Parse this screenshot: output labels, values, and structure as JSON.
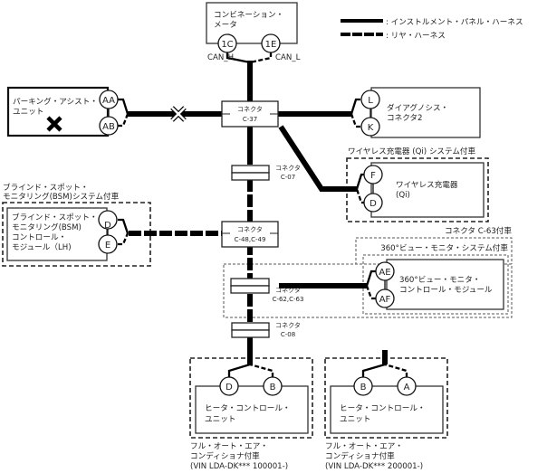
{
  "legend": {
    "ip_harness": ": インストルメント・パネル・ハーネス",
    "rear_harness": ": リヤ・ハーネス"
  },
  "components": {
    "combination_meter": {
      "label_lines": [
        "コンビネーション・",
        "メータ"
      ],
      "pins": [
        "1C",
        "1E"
      ],
      "signals": [
        "CAN_H",
        "CAN_L"
      ]
    },
    "parking_assist": {
      "label_lines": [
        "パーキング・アシスト・",
        "ユニット"
      ],
      "pins": [
        "AA",
        "AB"
      ],
      "status_icon": "cross-mark"
    },
    "diagnosis_connector": {
      "label_lines": [
        "ダイアグノシス・",
        "コネクタ2"
      ],
      "pins": [
        "L",
        "K"
      ]
    },
    "wireless_charger": {
      "group_label": "ワイヤレス充電器 (Qi) システム付車",
      "label_lines": [
        "ワイヤレス充電器",
        "(Qi)"
      ],
      "pins": [
        "F",
        "D"
      ]
    },
    "bsm": {
      "group_label_lines": [
        "ブラインド・スポット・",
        "モニタリング(BSM)システム付車"
      ],
      "label_lines": [
        "ブラインド・スポット・",
        "モニタリング(BSM)",
        "コントロール・",
        "モジュール（LH)"
      ],
      "pins": [
        "D",
        "E"
      ]
    },
    "view_monitor": {
      "outer_group_label": "コネクタ C-63付車",
      "group_label": "360°ビュー・モニタ・システム付車",
      "label_lines": [
        "360°ビュー・モニタ・",
        "コントロール・モジュール"
      ],
      "pins": [
        "AE",
        "AF"
      ]
    },
    "heater_unit_1": {
      "label_lines": [
        "ヒータ・コントロール・",
        "ユニット"
      ],
      "pins": [
        "D",
        "B"
      ],
      "group_label_lines": [
        "フル・オート・エア・",
        "コンディショナ付車",
        "(VIN LDA-DK*** 100001-)"
      ]
    },
    "heater_unit_2": {
      "label_lines": [
        "ヒータ・コントロール・",
        "ユニット"
      ],
      "pins": [
        "B",
        "A"
      ],
      "group_label_lines": [
        "フル・オート・エア・",
        "コンディショナ付車",
        "(VIN LDA-DK*** 200001-)"
      ]
    }
  },
  "connectors": {
    "c37": {
      "title": "コネクタ",
      "id": "C-37"
    },
    "c07": {
      "title": "コネクタ",
      "id": "C-07"
    },
    "c48": {
      "title": "コネクタ",
      "id": "C-48,C-49"
    },
    "c62": {
      "title": "コネクタ",
      "id": "C-62,C-63"
    },
    "c08": {
      "title": "コネクタ",
      "id": "C-08"
    }
  },
  "markers": {
    "open_circuit": "cross-outline"
  }
}
